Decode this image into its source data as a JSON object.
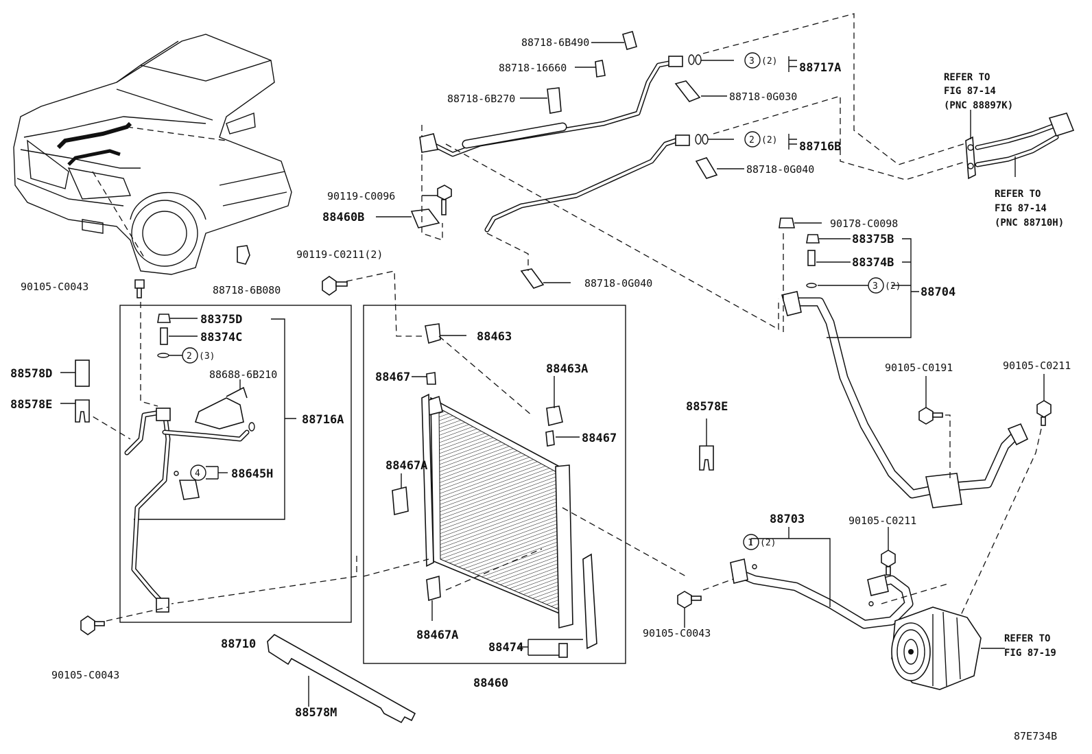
{
  "figure_code": "87E734B",
  "labels": {
    "p88718_6B490": "88718-6B490",
    "p88718_16660": "88718-16660",
    "p88717A": "88717A",
    "p88718_6B270": "88718-6B270",
    "p88718_0G030": "88718-0G030",
    "p88716B": "88716B",
    "p88718_0G040a": "88718-0G040",
    "p90119_C0096": "90119-C0096",
    "p88460B": "88460B",
    "p90178_C0098": "90178-C0098",
    "p88375B": "88375B",
    "p88374B": "88374B",
    "p88704": "88704",
    "p90119_C0211": "90119-C0211(2)",
    "p88718_0G040b": "88718-0G040",
    "p88718_6B080": "88718-6B080",
    "p90105_C0043a": "90105-C0043",
    "p88375D": "88375D",
    "p88374C": "88374C",
    "p88688_6B210": "88688-6B210",
    "p88578D": "88578D",
    "p88578E_left": "88578E",
    "p88716A": "88716A",
    "p88645H": "88645H",
    "p88710": "88710",
    "p90105_C0043b": "90105-C0043",
    "p88578M": "88578M",
    "p88463": "88463",
    "p88467a": "88467",
    "p88463A": "88463A",
    "p88467b": "88467",
    "p88467Aa": "88467A",
    "p88467Ab": "88467A",
    "p88474": "88474",
    "p88460": "88460",
    "p88578E_right": "88578E",
    "p90105_C0191": "90105-C0191",
    "p90105_C0211a": "90105-C0211",
    "p88703": "88703",
    "p90105_C0211b": "90105-C0211",
    "p90105_C0043c": "90105-C0043"
  },
  "circle_refs": {
    "ref3_top": {
      "num": "3",
      "qty": "(2)"
    },
    "ref2_mid": {
      "num": "2",
      "qty": "(2)"
    },
    "ref3_right": {
      "num": "3",
      "qty": "(2)"
    },
    "ref2_left": {
      "num": "2",
      "qty": "(3)"
    },
    "ref4": {
      "num": "4"
    },
    "ref1": {
      "num": "1",
      "qty": "(2)"
    }
  },
  "notes": {
    "refer_87_14_k": [
      "REFER TO",
      "FIG 87-14",
      "(PNC 88897K)"
    ],
    "refer_87_14_h": [
      "REFER TO",
      "FIG 87-14",
      "(PNC 88710H)"
    ],
    "refer_87_19": [
      "REFER TO",
      "FIG 87-19"
    ]
  }
}
